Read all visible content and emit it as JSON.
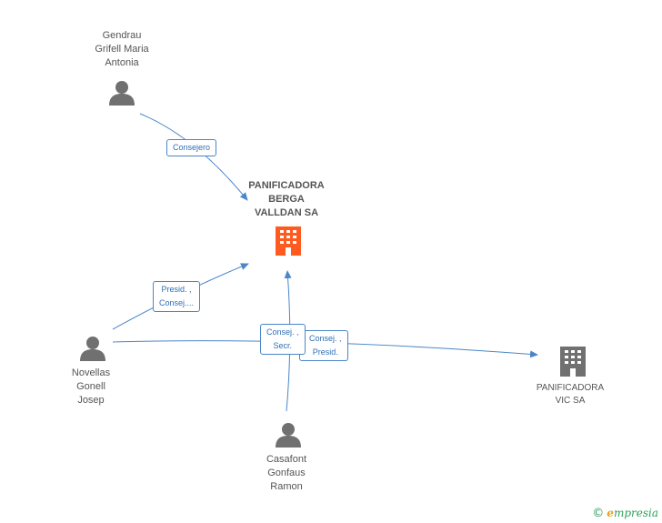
{
  "nodes": {
    "company_main": {
      "lines": [
        "PANIFICADORA",
        "BERGA",
        "VALLDAN SA"
      ],
      "color": "#ff5a1f"
    },
    "company_vic": {
      "lines": [
        "PANIFICADORA",
        "VIC SA"
      ],
      "color": "#707070"
    },
    "person_gendrau": {
      "lines": [
        "Gendrau",
        "Grifell Maria",
        "Antonia"
      ]
    },
    "person_novellas": {
      "lines": [
        "Novellas",
        "Gonell",
        "Josep"
      ]
    },
    "person_casafont": {
      "lines": [
        "Casafont",
        "Gonfaus",
        "Ramon"
      ]
    }
  },
  "edges": {
    "consejero": {
      "lines": [
        "Consejero"
      ]
    },
    "presid_consej": {
      "lines": [
        "Presid. ,",
        "Consej...."
      ]
    },
    "consej_secr": {
      "lines": [
        "Consej. ,",
        "Secr."
      ]
    },
    "consej_presid": {
      "lines": [
        "Consej. ,",
        "Presid."
      ]
    }
  },
  "colors": {
    "edge": "#4a86c8",
    "person_icon": "#707070"
  },
  "brand": {
    "copyright": "©",
    "initial": "e",
    "name": "mpresia"
  }
}
